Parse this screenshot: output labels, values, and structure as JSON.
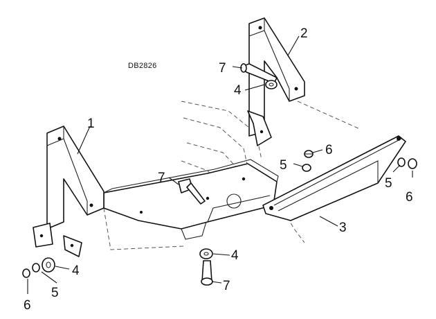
{
  "drawing_code": "DB2826",
  "callouts": {
    "c1": "1",
    "c2": "2",
    "c3": "3",
    "c4_top": "4",
    "c4_left": "4",
    "c4_bottom": "4",
    "c5_mid": "5",
    "c5_right": "5",
    "c5_left": "5",
    "c6_mid": "6",
    "c6_right": "6",
    "c6_left": "6",
    "c7_top": "7",
    "c7_mid": "7",
    "c7_bottom": "7"
  }
}
